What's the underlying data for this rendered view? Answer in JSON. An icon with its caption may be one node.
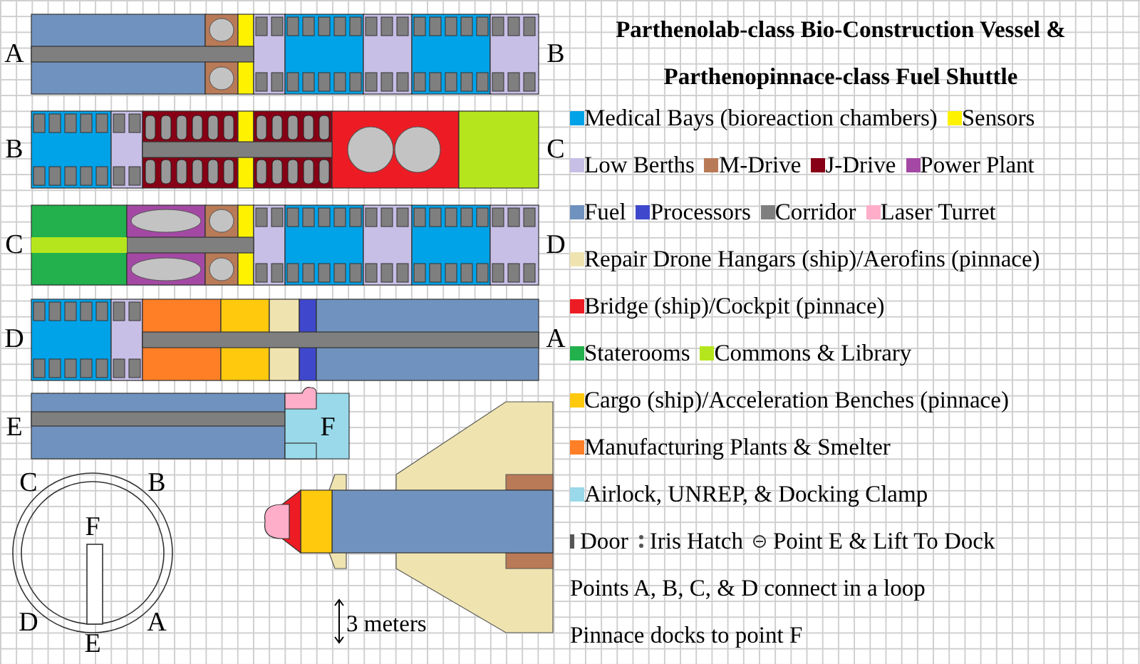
{
  "diagram": {
    "title": "Parthenolab-class Bio-Construction Vessel & Parthenopinnace-class Fuel Shuttle",
    "labels": [
      "A",
      "B",
      "B",
      "C",
      "C",
      "D",
      "D",
      "A",
      "E",
      "F",
      "C",
      "B",
      "F",
      "D",
      "A",
      "E",
      "3 meters",
      "Points A, B, C, & D connect in a loop",
      "Pinnace docks to point F"
    ],
    "legend": [
      {
        "text": "Medical Bays (bioreaction chambers)",
        "color": "#00a2e8"
      },
      {
        "text": "Sensors",
        "color": "#fff200"
      },
      {
        "text": "Low Berths",
        "color": "#c8bfe7"
      },
      {
        "text": "M-Drive",
        "color": "#b97a57"
      },
      {
        "text": "J-Drive",
        "color": "#880015"
      },
      {
        "text": "Power Plant",
        "color": "#a349a4"
      },
      {
        "text": "Fuel",
        "color": "#7092be"
      },
      {
        "text": "Processors",
        "color": "#3f48cc"
      },
      {
        "text": "Corridor",
        "color": "#7f7f7f"
      },
      {
        "text": "Laser Turret",
        "color": "#ffaec9"
      },
      {
        "text": "Repair Drone Hangars (ship)/Aerofins (pinnace)",
        "color": "#efe4b0"
      },
      {
        "text": "Bridge (ship)/Cockpit (pinnace)",
        "color": "#ed1c24"
      },
      {
        "text": "Staterooms",
        "color": "#22b14c"
      },
      {
        "text": "Commons & Library",
        "color": "#b5e61d"
      },
      {
        "text": "Cargo (ship)/Acceleration Benches (pinnace)",
        "color": "#ffc90e"
      },
      {
        "text": "Manufacturing Plants & Smelter",
        "color": "#ff7f27"
      },
      {
        "text": "Airlock, UNREP, & Docking Clamp",
        "color": "#99d9ea"
      },
      {
        "text": "Door"
      },
      {
        "text": "Iris Hatch"
      },
      {
        "text": "Point E & Lift To Dock"
      }
    ]
  }
}
